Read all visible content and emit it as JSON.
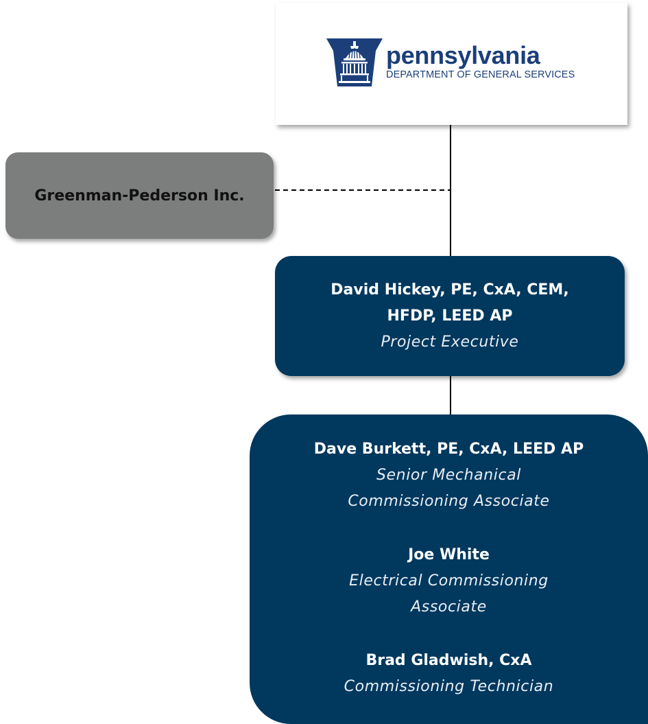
{
  "logo": {
    "title": "pennsylvania",
    "subtitle": "DEPARTMENT OF GENERAL SERVICES",
    "color": "#1c3f7a"
  },
  "partner": {
    "name": "Greenman-Pederson Inc."
  },
  "executive": {
    "name": "David Hickey, PE, CxA, CEM, HFDP, LEED AP",
    "role": "Project Executive"
  },
  "team": [
    {
      "name": "Dave Burkett, PE, CxA, LEED AP",
      "role": "Senior Mechanical Commissioning Associate"
    },
    {
      "name": "Joe White",
      "role": "Electrical Commissioning Associate"
    },
    {
      "name": "Brad Gladwish, CxA",
      "role": "Commissioning Technician"
    }
  ],
  "colors": {
    "navy": "#00385e",
    "gray": "#7c7e7d",
    "connector": "#000000"
  }
}
